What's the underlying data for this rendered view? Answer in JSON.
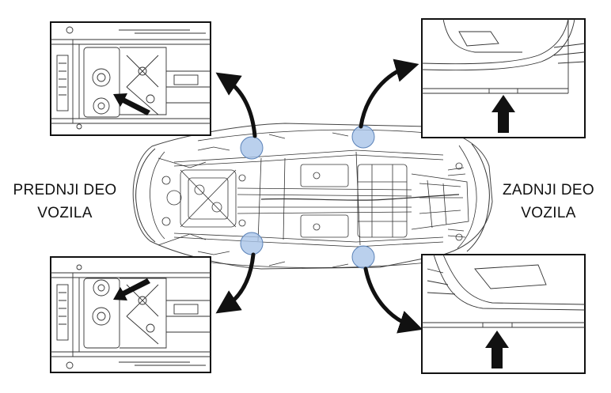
{
  "labels": {
    "front_line1": "PREDNJI DEO",
    "front_line2": "VOZILA",
    "rear_line1": "ZADNJI DEO",
    "rear_line2": "VOZILA"
  },
  "lift_points": [
    {
      "id": "front-left",
      "detail": "top-left"
    },
    {
      "id": "rear-left",
      "detail": "top-right"
    },
    {
      "id": "front-right",
      "detail": "bottom-left"
    },
    {
      "id": "rear-right",
      "detail": "bottom-right"
    }
  ],
  "colors": {
    "line": "#1a1a1a",
    "marker_fill": "#a9c4e8",
    "marker_stroke": "#5a82b8",
    "arrow": "#111111"
  }
}
